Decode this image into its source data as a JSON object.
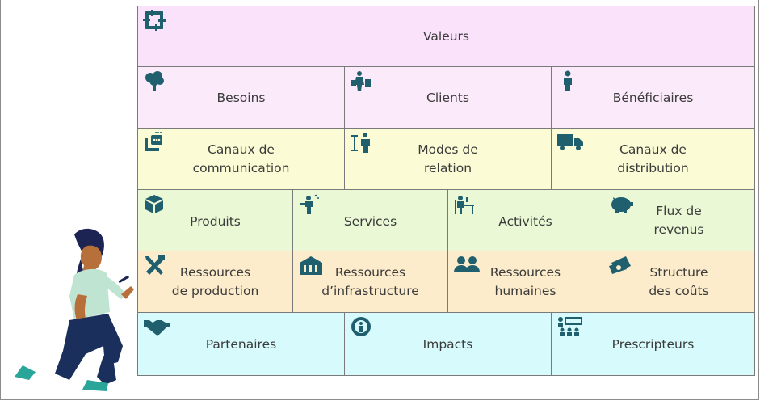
{
  "diagram": {
    "rows": [
      [
        {
          "label": "Valeurs",
          "icon": "grid-hands-icon"
        }
      ],
      [
        {
          "label": "Besoins",
          "icon": "tree-icon"
        },
        {
          "label": "Clients",
          "icon": "shopper-icon"
        },
        {
          "label": "Bénéficiaires",
          "icon": "person-icon"
        }
      ],
      [
        {
          "label": "Canaux de\ncommunication",
          "icon": "chat-screen-icon"
        },
        {
          "label": "Modes de\nrelation",
          "icon": "presenter-icon"
        },
        {
          "label": "Canaux de\ndistribution",
          "icon": "truck-icon"
        }
      ],
      [
        {
          "label": "Produits",
          "icon": "box-icon"
        },
        {
          "label": "Services",
          "icon": "service-person-icon"
        },
        {
          "label": "Activités",
          "icon": "desk-worker-icon"
        },
        {
          "label": "Flux de\nrevenus",
          "icon": "piggy-bank-icon"
        }
      ],
      [
        {
          "label": "Ressources\nde production",
          "icon": "tools-icon"
        },
        {
          "label": "Ressources\nd’infrastructure",
          "icon": "building-icon"
        },
        {
          "label": "Ressources\nhumaines",
          "icon": "people-icon"
        },
        {
          "label": "Structure\ndes coûts",
          "icon": "money-icon"
        }
      ],
      [
        {
          "label": "Partenaires",
          "icon": "handshake-icon"
        },
        {
          "label": "Impacts",
          "icon": "globe-person-icon"
        },
        {
          "label": "Prescripteurs",
          "icon": "teacher-board-icon"
        }
      ]
    ],
    "colors": {
      "valeurs": "#fbe2fb",
      "pink": "#fbeafa",
      "yellow": "#fbfbd5",
      "green": "#eaf8d6",
      "orange": "#fdeccb",
      "cyan": "#d7fbfc",
      "icon": "#1f5f6e",
      "border": "#7a7a7a"
    }
  },
  "illustration": {
    "icon": "kneading-woman-writing-illustration"
  }
}
